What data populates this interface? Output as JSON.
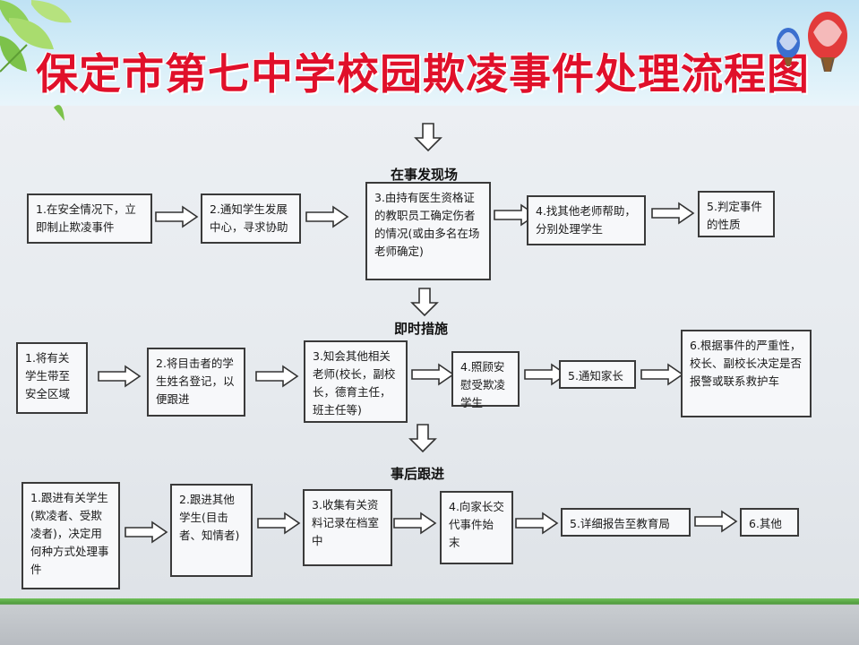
{
  "title": "保定市第七中学校园欺凌事件处理流程图",
  "colors": {
    "title": "#e0102a",
    "header_sky": "#bfe2f4",
    "box_border": "#3a3a3a",
    "strip_green": "#4f9a3d"
  },
  "icons": [
    "leaf-icon",
    "hot-air-balloon-icon"
  ],
  "sections": [
    {
      "heading": "在事发现场",
      "steps": [
        "1.在安全情况下，立即制止欺凌事件",
        "2.通知学生发展中心，寻求协助",
        "3.由持有医生资格证的教职员工确定伤者的情况(或由多名在场老师确定)",
        "4.找其他老师帮助，分别处理学生",
        "5.判定事件的性质"
      ]
    },
    {
      "heading": "即时措施",
      "steps": [
        "1.将有关学生带至安全区域",
        "2.将目击者的学生姓名登记，以便跟进",
        "3.知会其他相关老师(校长，副校长，德育主任，班主任等)",
        "4.照顾安慰受欺凌学生",
        "5.通知家长",
        "6.根据事件的严重性，校长、副校长决定是否报警或联系救护车"
      ]
    },
    {
      "heading": "事后跟进",
      "steps": [
        "1.跟进有关学生(欺凌者、受欺凌者)，决定用何种方式处理事件",
        "2.跟进其他学生(目击者、知情者)",
        "3.收集有关资料记录在档室中",
        "4.向家长交代事件始末",
        "5.详细报告至教育局",
        "6.其他"
      ]
    }
  ]
}
